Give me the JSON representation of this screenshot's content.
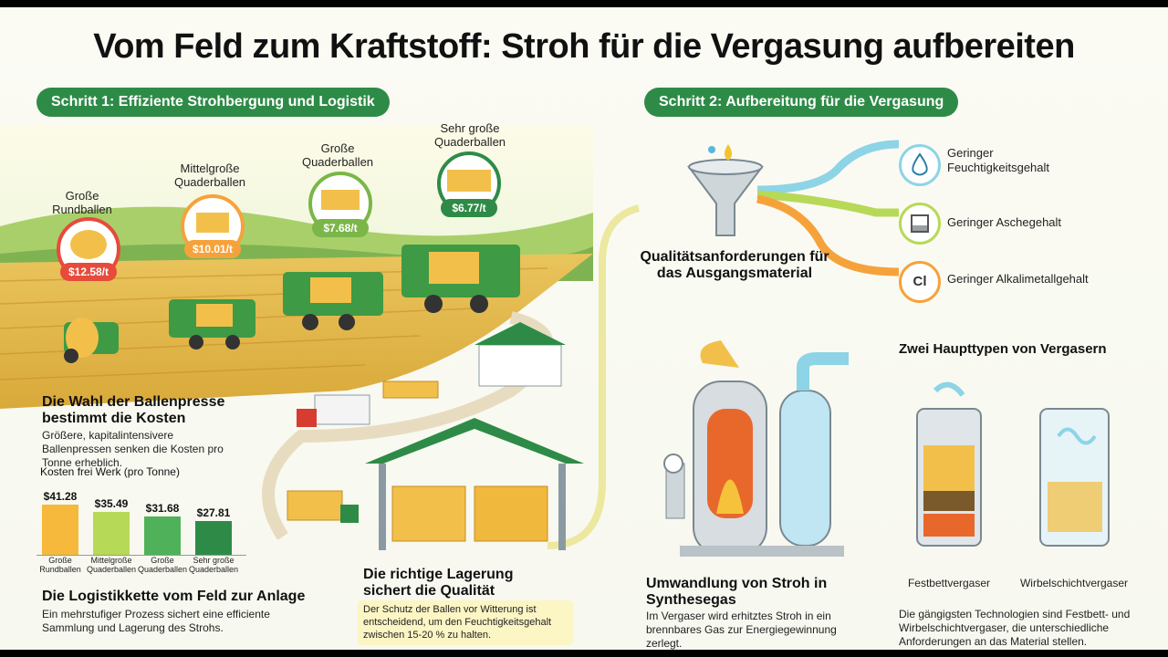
{
  "title": "Vom Feld zum Kraftstoff: Stroh für die Vergasung aufbereiten",
  "step1": {
    "label": "Schritt 1: Effiziente Strohbergung und Logistik",
    "balers": [
      {
        "name": "Große Rundballen",
        "price": "$12.58/t"
      },
      {
        "name": "Mittelgroße Quaderballen",
        "price": "$10.01/t"
      },
      {
        "name": "Große Quaderballen",
        "price": "$7.68/t"
      },
      {
        "name": "Sehr große Quaderballen",
        "price": "$6.77/t"
      }
    ],
    "choice_heading": "Die Wahl der Ballenpresse bestimmt die Kosten",
    "choice_text": "Größere, kapitalintensivere Ballenpressen senken die Kosten pro Tonne erheblich.",
    "logistics_heading": "Die Logistikkette vom Feld zur Anlage",
    "logistics_text": "Ein mehrstufiger Prozess sichert eine efficiente Sammlung und Lagerung des Strohs.",
    "storage_heading": "Die richtige Lagerung sichert die Qualität",
    "storage_text": "Der Schutz der Ballen vor Witterung ist entscheidend, um den Feuchtigkeitsgehalt zwischen 15-20 % zu halten."
  },
  "chart_data": {
    "type": "bar",
    "title": "Kosten frei Werk (pro Tonne)",
    "categories": [
      "Große Rundballen",
      "Mittelgroße Quaderballen",
      "Große Quaderballen",
      "Sehr große Quaderballen"
    ],
    "values": [
      41.28,
      35.49,
      31.68,
      27.81
    ],
    "value_labels": [
      "$41.28",
      "$35.49",
      "$31.68",
      "$27.81"
    ],
    "ylim": [
      0,
      45
    ],
    "colors": [
      "#f6b93b",
      "#b6d957",
      "#4fb25a",
      "#2e8b47"
    ]
  },
  "step2": {
    "label": "Schritt 2: Aufbereitung für die Vergasung",
    "quality_heading": "Qualitätsanforderungen für das Ausgangsmaterial",
    "requirements": [
      {
        "icon": "water-drop-icon",
        "text": "Geringer Feuchtigkeitsgehalt",
        "color": "#8dd4e6"
      },
      {
        "icon": "ash-container-icon",
        "text": "Geringer Aschegehalt",
        "color": "#b6d957"
      },
      {
        "icon": "chlorine-icon",
        "symbol": "Cl",
        "text": "Geringer Alkalimetallgehalt",
        "color": "#f6a23b"
      }
    ],
    "conversion_heading": "Umwandlung von Stroh in Synthesegas",
    "conversion_text": "Im Vergaser wird erhitztes Stroh in ein brennbares Gas zur Energiegewinnung zerlegt.",
    "types_heading": "Zwei Haupttypen von Vergasern",
    "types": [
      "Festbettvergaser",
      "Wirbelschichtvergaser"
    ],
    "types_text": "Die gängigsten Technologien sind Festbett- und Wirbelschichtvergaser, die unterschiedliche Anforderungen an das Material stellen."
  }
}
